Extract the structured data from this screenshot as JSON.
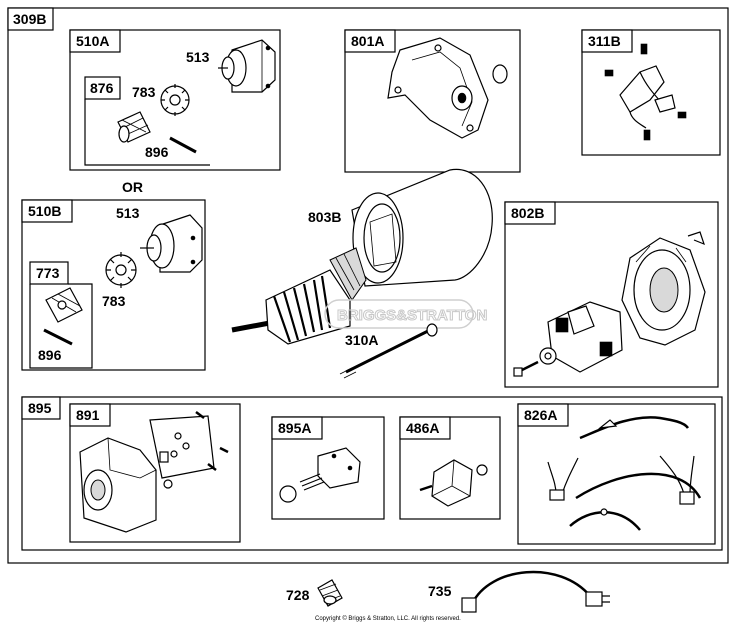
{
  "diagram": {
    "groups": {
      "outer": "309B",
      "drive_a": "510A",
      "drive_a_sub": "876",
      "end_cap": "801A",
      "brush_kit": "311B",
      "drive_b": "510B",
      "drive_b_sub": "773",
      "end_cap_b": "802B",
      "rectifier_group": "895",
      "rectifier": "891",
      "switch": "895A",
      "diode": "486A",
      "harness": "826A"
    },
    "callouts": {
      "p513a": "513",
      "p783a": "783",
      "p896a": "896",
      "or": "OR",
      "p513b": "513",
      "p783b": "783",
      "p896b": "896",
      "p803b": "803B",
      "p310a": "310A",
      "p728": "728",
      "p735": "735"
    },
    "watermark": "BRIGGS&STRATTON",
    "copyright": "Copyright © Briggs & Stratton, LLC. All rights reserved."
  }
}
